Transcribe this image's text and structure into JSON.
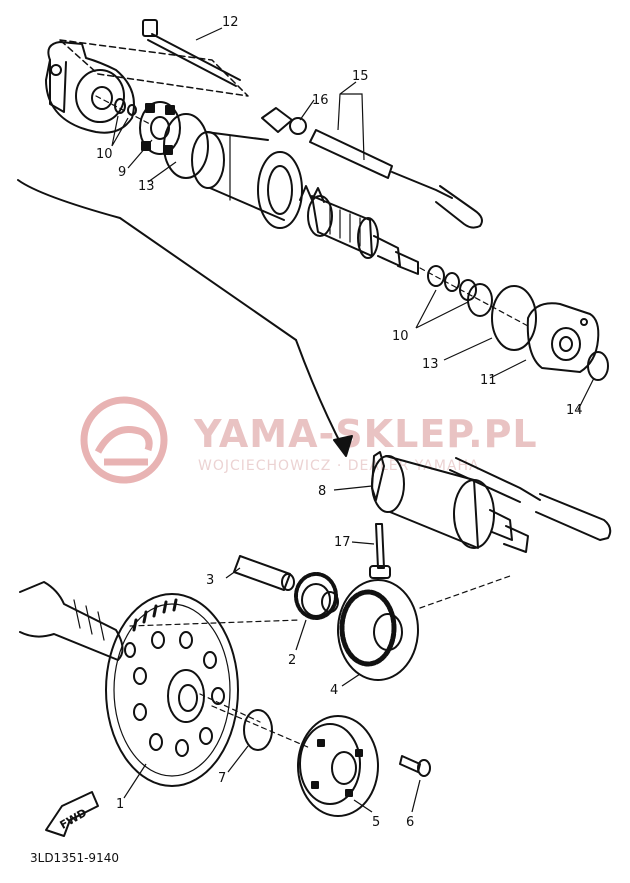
{
  "diagram": {
    "part_numbers": {
      "p1": "1",
      "p2": "2",
      "p3": "3",
      "p4": "4",
      "p5": "5",
      "p6": "6",
      "p7": "7",
      "p8": "8",
      "p9": "9",
      "p10a": "10",
      "p10b": "10",
      "p11": "11",
      "p12": "12",
      "p13a": "13",
      "p13b": "13",
      "p14": "14",
      "p15": "15",
      "p16": "16",
      "p17": "17"
    },
    "watermark": {
      "title": "YAMA-SKLEP.PL",
      "subtitle": "WOJCIECHOWICZ · DEALER YAMAHA"
    },
    "fwd_arrow_label": "FWD",
    "diagram_code": "3LD1351-9140",
    "colors": {
      "line": "#111111",
      "watermark": "#e2a7a7"
    }
  }
}
